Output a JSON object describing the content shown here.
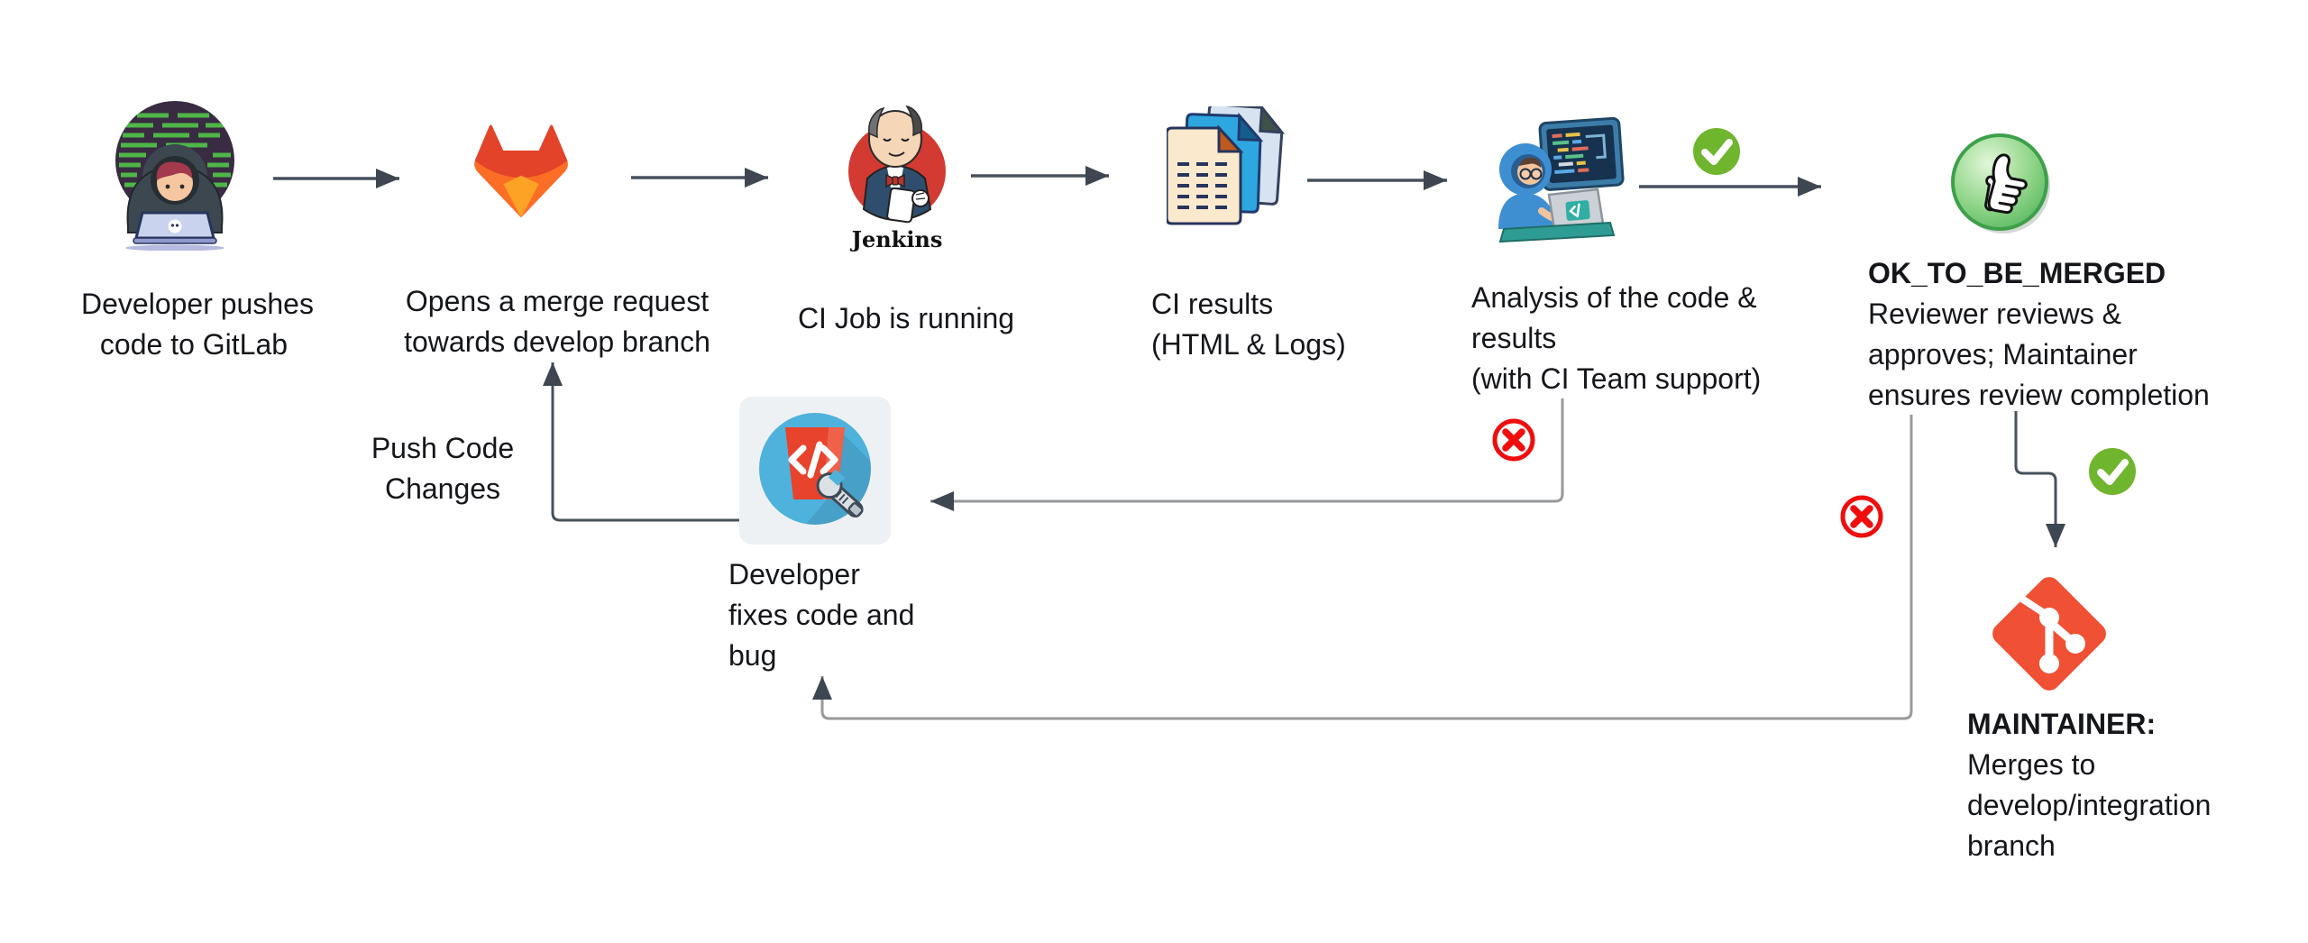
{
  "nodes": {
    "developer_push": {
      "icon": "hacker-avatar-icon",
      "caption": [
        "Developer pushes",
        "code to GitLab"
      ]
    },
    "gitlab_merge_request": {
      "icon": "gitlab-logo-icon",
      "caption": [
        "Opens a merge request",
        "towards develop branch"
      ]
    },
    "jenkins_ci": {
      "icon": "jenkins-logo-icon",
      "logo_text": "Jenkins",
      "caption": [
        "CI Job is running"
      ]
    },
    "ci_results": {
      "icon": "documents-icon",
      "caption": [
        "CI results",
        "(HTML & Logs)"
      ]
    },
    "analysis": {
      "icon": "analyst-icon",
      "caption": [
        "Analysis of the code &",
        "results",
        "(with CI Team support)"
      ]
    },
    "ok_to_be_merged": {
      "icon": "thumbs-up-icon",
      "title": "OK_TO_BE_MERGED",
      "caption": [
        "Reviewer reviews &",
        "approves; Maintainer",
        "ensures review completion"
      ]
    },
    "developer_fixes": {
      "icon": "code-fix-icon",
      "caption": [
        "Developer",
        "fixes code and",
        "bug"
      ]
    },
    "push_code_changes": {
      "caption": [
        "Push Code",
        "Changes"
      ]
    },
    "maintainer_merge": {
      "icon": "git-logo-icon",
      "title": "MAINTAINER:",
      "caption": [
        "Merges to",
        "develop/integration",
        "branch"
      ]
    }
  },
  "status_icons": {
    "approve_after_analysis": "check-icon",
    "approve_after_review": "check-icon",
    "reject_after_analysis": "cross-icon",
    "reject_after_review": "cross-icon"
  },
  "colors": {
    "background": "#ffffff",
    "text": "#14161a",
    "arrow_dark": "#47505c",
    "arrow_gray": "#97999b",
    "check_green": "#6fb52d",
    "cross_red": "#ef0d0d",
    "gitlab_red": "#e24329",
    "gitlab_orange": "#fc6d26",
    "gitlab_amber": "#fca326",
    "jenkins_red": "#d33a32",
    "git_orange": "#f05033",
    "thumb_green": "#5cbe62",
    "fix_circle_blue": "#4fb2dc",
    "fix_shield_red": "#e8432c"
  }
}
